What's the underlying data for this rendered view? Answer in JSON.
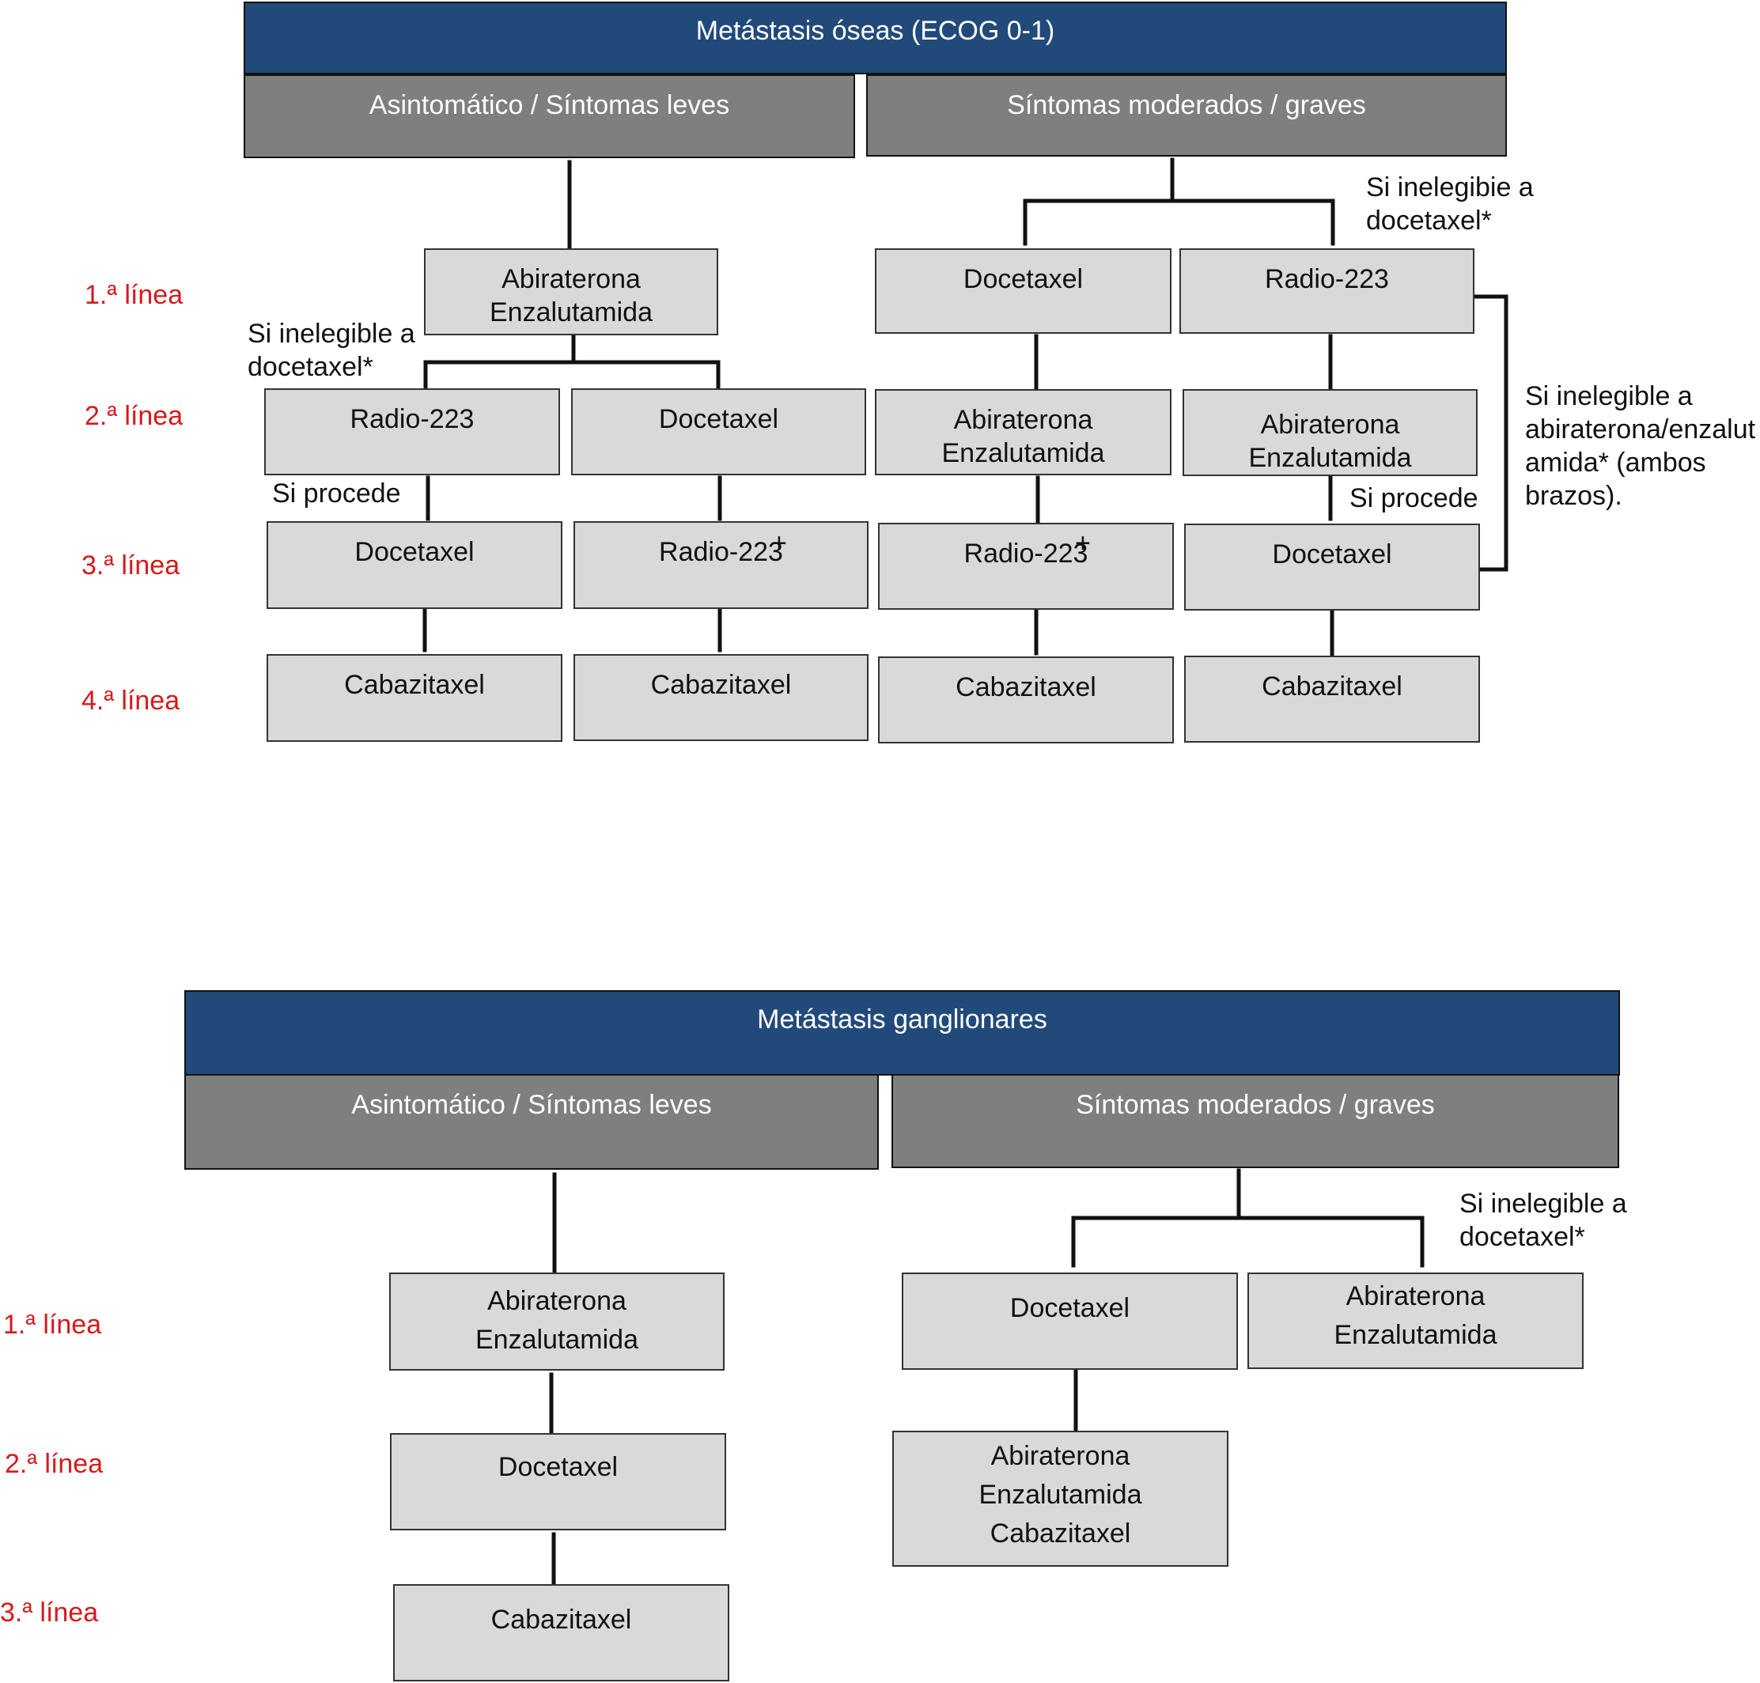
{
  "osseous": {
    "title": "Metástasis óseas (ECOG 0-1)",
    "left_header": "Asintomático / Síntomas leves",
    "right_header": "Síntomas moderados / graves",
    "line_labels": [
      "1.ª línea",
      "2.ª línea",
      "3.ª línea",
      "4.ª línea"
    ],
    "notes": {
      "top_right": [
        "Si inelegibie a",
        "docetaxel*"
      ],
      "left_first": [
        "Si inelegible a",
        "docetaxel*"
      ],
      "right_side": [
        "Si inelegible a",
        "abiraterona/enzalut",
        "amida* (ambos",
        "brazos)."
      ],
      "procede_left": "Si procede",
      "procede_right": "Si procede"
    },
    "boxes": {
      "l1": [
        "Abiraterona",
        "Enzalutamida"
      ],
      "r1a": [
        "Docetaxel"
      ],
      "r1b": [
        "Radio-223"
      ],
      "l2a": [
        "Radio-223"
      ],
      "l2b": [
        "Docetaxel"
      ],
      "r2a": [
        "Abiraterona",
        "Enzalutamida"
      ],
      "r2b": [
        "Abiraterona",
        "Enzalutamida"
      ],
      "l3a": [
        "Docetaxel"
      ],
      "l3b": [
        "Radio-223"
      ],
      "r3a": [
        "Radio-223"
      ],
      "r3b": [
        "Docetaxel"
      ],
      "l4a": [
        "Cabazitaxel"
      ],
      "l4b": [
        "Cabazitaxel"
      ],
      "r4a": [
        "Cabazitaxel"
      ],
      "r4b": [
        "Cabazitaxel"
      ]
    },
    "dagger": "+"
  },
  "nodal": {
    "title": "Metástasis  ganglionares",
    "left_header": "Asintomático / Síntomas leves",
    "right_header": "Síntomas moderados / graves",
    "line_labels": [
      "1.ª línea",
      "2.ª línea",
      "3.ª línea"
    ],
    "notes": {
      "top_right": [
        "Si inelegible a",
        "docetaxel*"
      ]
    },
    "boxes": {
      "l1": [
        "Abiraterona",
        "Enzalutamida"
      ],
      "l2": [
        "Docetaxel"
      ],
      "l3": [
        "Cabazitaxel"
      ],
      "r1a": [
        "Docetaxel"
      ],
      "r1b": [
        "Abiraterona",
        "Enzalutamida"
      ],
      "r2": [
        "Abiraterona",
        "Enzalutamida",
        "Cabazitaxel"
      ]
    }
  },
  "colors": {
    "header_blue": "#214a7b",
    "header_grey": "#7f7f7f",
    "box_fill": "#d9d9d9",
    "line_label_red": "#d7191c"
  }
}
